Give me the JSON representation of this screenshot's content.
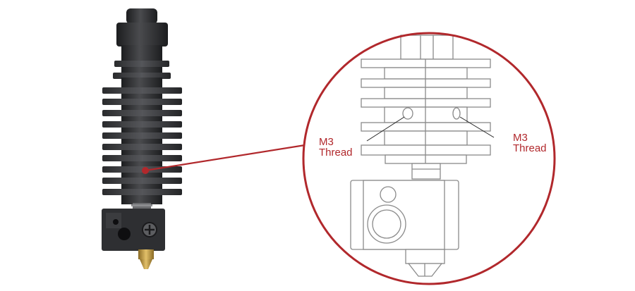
{
  "callouts": {
    "left": {
      "line1": "M3",
      "line2": "Thread"
    },
    "right": {
      "line1": "M3",
      "line2": "Thread"
    }
  },
  "colors": {
    "accent": "#b1282c",
    "drawing": "#8a8a8a",
    "hotend_body": "#2b2c2e",
    "brass": "#c9a245"
  }
}
